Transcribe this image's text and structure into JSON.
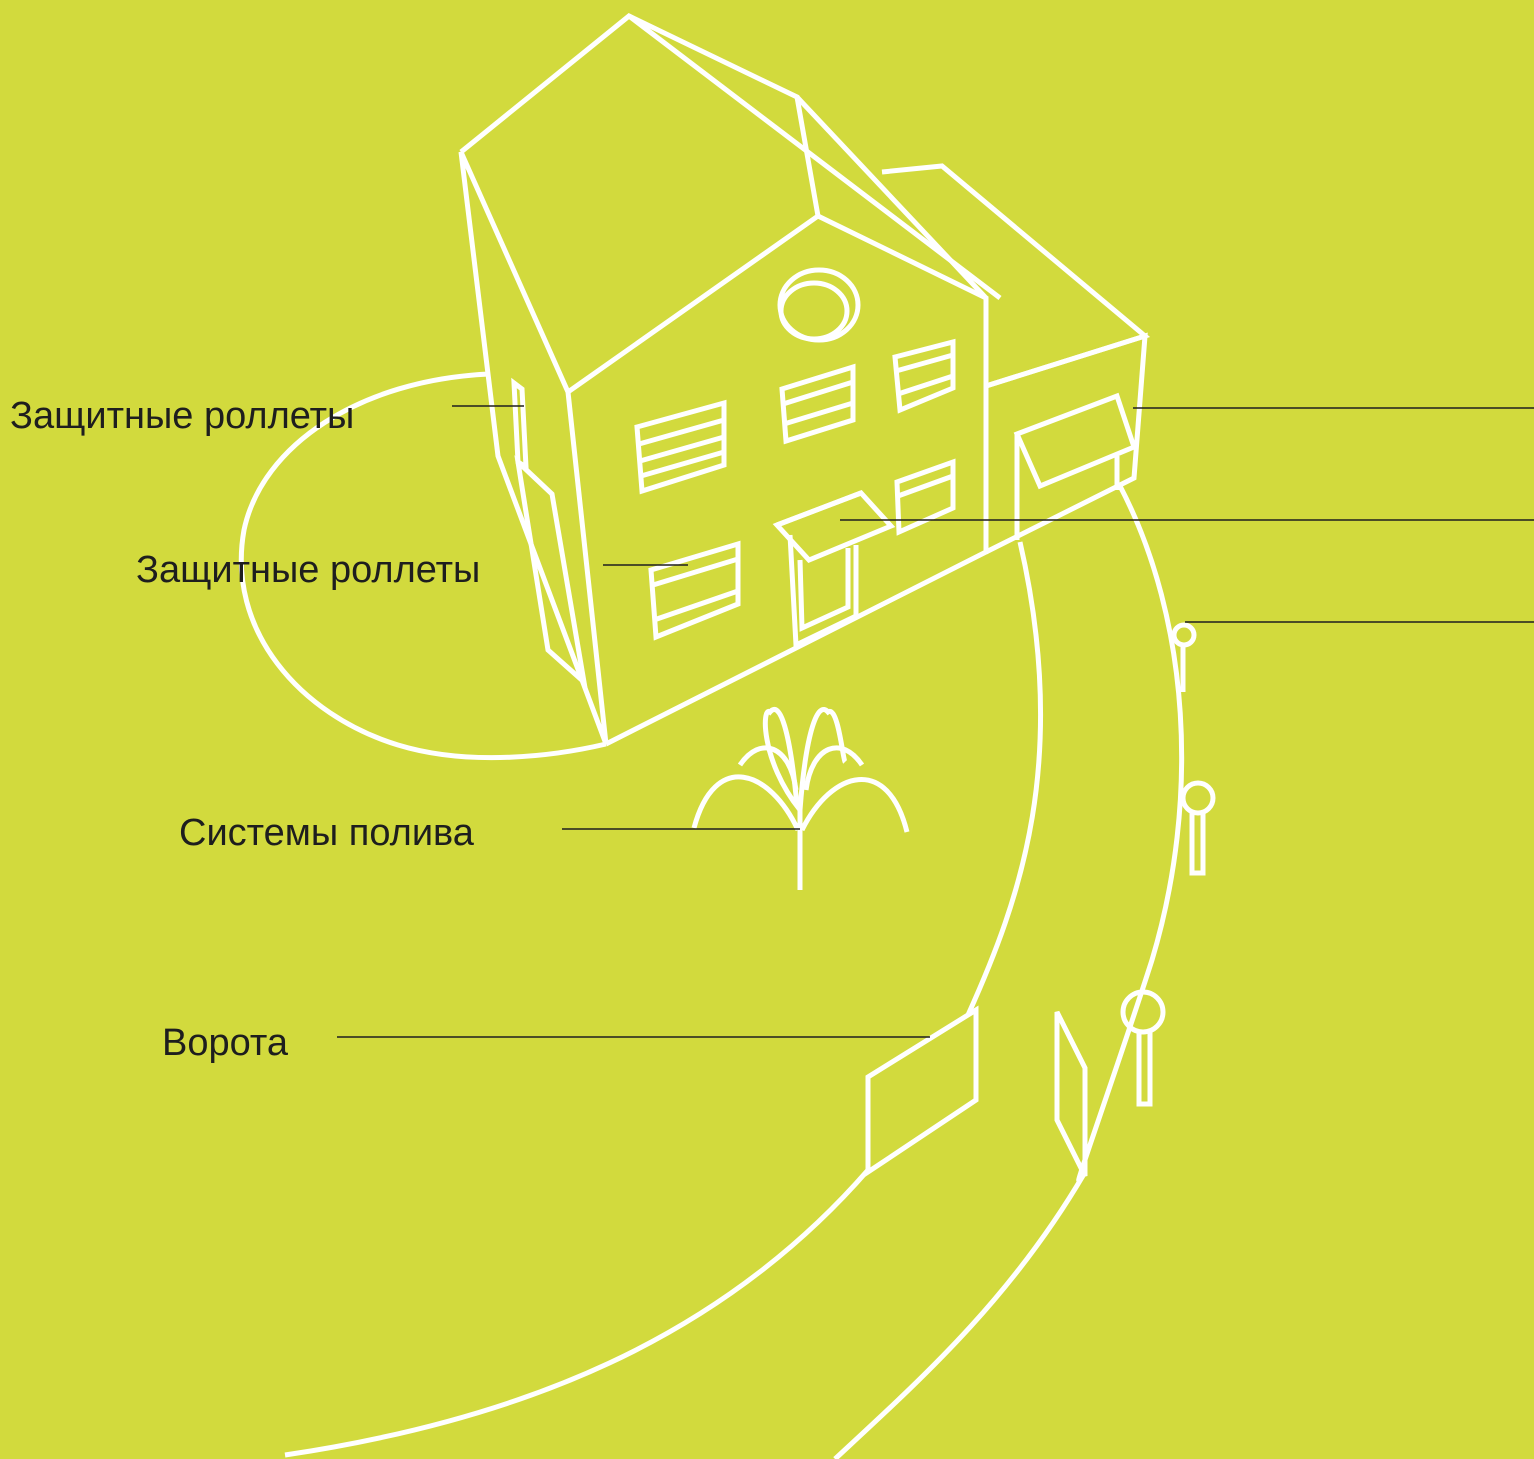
{
  "colors": {
    "background": "#D2DA3D",
    "line_art": "#FFFFFF",
    "text": "#1E1E1E"
  },
  "labels": {
    "shutters_side": "Защитные роллеты",
    "shutters_front": "Защитные роллеты",
    "irrigation": "Системы полива",
    "gate": "Ворота"
  }
}
